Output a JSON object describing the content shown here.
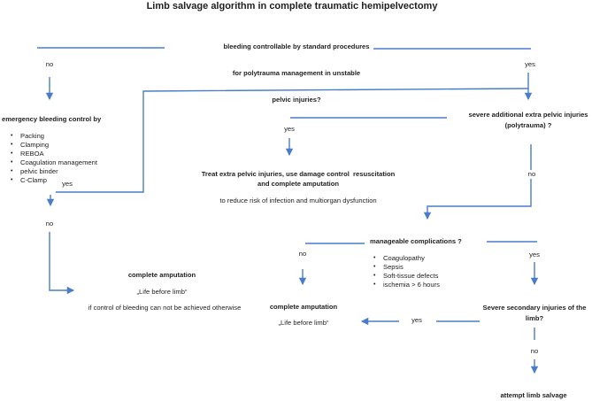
{
  "title": "Limb salvage algorithm in complete traumatic hemipelvectomy",
  "colors": {
    "line": "#4a7dc9",
    "text": "#1f1f1f"
  },
  "q_bleeding": {
    "line1": "bleeding controllable by standard procedures",
    "line2": "for polytrauma management in unstable",
    "line3": "pelvic injuries?",
    "no": "no",
    "yes": "yes"
  },
  "emergency": {
    "title": "emergency bleeding control by",
    "items": [
      "Packing",
      "Clamping",
      "REBOA",
      "Coagulation management",
      "pelvic binder",
      "C-Clamp"
    ],
    "yes": "yes",
    "no": "no"
  },
  "left_amputation": {
    "title": "complete amputation",
    "quote": "„Life before limb“",
    "note": "if control of bleeding can not be achieved otherwise"
  },
  "treat": {
    "yes": "yes",
    "line1": "Treat extra pelvic injuries, use damage control  resuscitation",
    "line2": "and complete amputation",
    "note": "to reduce risk of infection and multiorgan dysfunction"
  },
  "severe_extra": {
    "line1": "severe additional extra pelvic injuries",
    "line2": "(polytrauma) ?",
    "no": "no"
  },
  "manageable": {
    "title": "manageable complications ?",
    "items": [
      "Coagulopathy",
      "Sepsis",
      "Soft-tissue defects",
      "ischemia > 6 hours"
    ],
    "no": "no",
    "yes": "yes"
  },
  "mid_amputation": {
    "title": "complete amputation",
    "quote": "„Life before limb“"
  },
  "secondary": {
    "line1": "Severe secondary injuries of the",
    "line2": "limb?",
    "yes": "yes",
    "no": "no"
  },
  "attempt": {
    "title": "attempt limb salvage"
  }
}
